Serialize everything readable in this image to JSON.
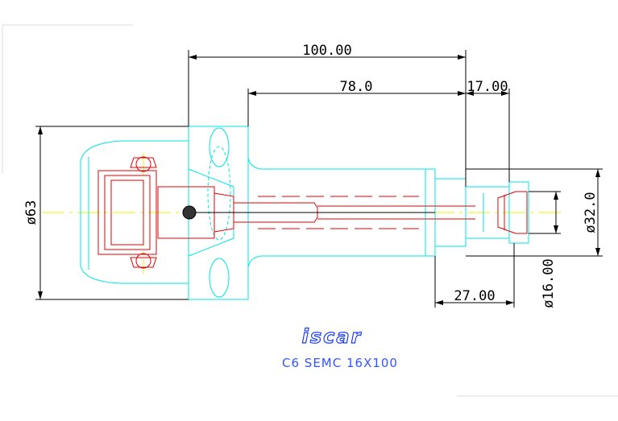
{
  "colors": {
    "outline": "#00e5e5",
    "hidden": "#e60000",
    "center": "#f2f200",
    "dimension": "#000000",
    "logo": "#1a3cff",
    "caption": "#3355ff"
  },
  "dimensions": {
    "overall_length": "100.00",
    "shank_length": "78.0",
    "head_length": "17.00",
    "tip_length": "27.00",
    "big_diameter": "ø63",
    "mid_diameter": "ø32.0",
    "small_diameter": "ø16.00"
  },
  "logo": {
    "text": "iscar"
  },
  "caption": "C6 SEMC 16X100"
}
